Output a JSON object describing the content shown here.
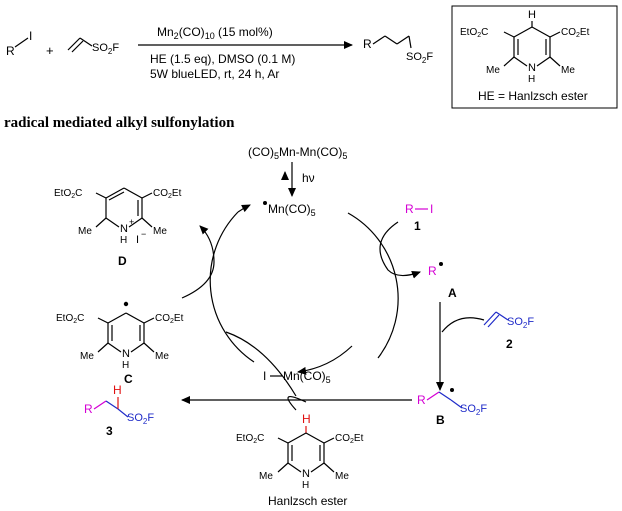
{
  "colors": {
    "magenta": "#d400d4",
    "blue": "#1f2bc8",
    "red": "#e01010",
    "black": "#000000"
  },
  "reaction": {
    "reagent_alkyl_r": "R",
    "reagent_alkyl_i": "I",
    "plus": "+",
    "reagent_so2f": "SO",
    "so2f_sub": "2",
    "so2f_f": "F",
    "catalyst_main": "Mn",
    "catalyst_sub1": "2",
    "catalyst_mid": "(CO)",
    "catalyst_sub2": "10",
    "catalyst_tail": " (15 mol%)",
    "condition_line2": "HE (1.5 eq), DMSO (0.1 M)",
    "condition_line3": "5W blueLED, rt, 24 h, Ar",
    "product_r": "R"
  },
  "box": {
    "h_top": "H",
    "ester_left_a": "EtO",
    "ester_left_sub": "2",
    "ester_left_c": "C",
    "ester_left_prefix": "EtO",
    "ester_right_a": "CO",
    "ester_right_sub": "2",
    "ester_right_b": "Et",
    "me_left": "Me",
    "me_right": "Me",
    "n": "N",
    "h_bottom": "H",
    "caption": "HE = Hanlzsch ester"
  },
  "section_title": "radical mediated alkyl sulfonylation",
  "cycle": {
    "dimer_a": "(CO)",
    "dimer_sub1": "5",
    "dimer_b": "Mn-Mn(CO)",
    "dimer_sub2": "5",
    "hv": "hν",
    "mn_radical_a": "Mn(CO)",
    "mn_radical_sub": "5",
    "imn_a": "I",
    "imn_b": "Mn(CO)",
    "imn_sub": "5",
    "ri_r": "R",
    "ri_i": "I",
    "num_1": "1",
    "radical_r": "R",
    "label_a": "A",
    "num_2": "2",
    "label_b": "B",
    "b_r": "R",
    "label_c": "C",
    "label_d": "D",
    "d_n": "N",
    "d_plus": "+",
    "d_h": "H",
    "d_iodide": "I",
    "d_minus": "−",
    "num_3": "3",
    "p3_r": "R",
    "p3_h": "H",
    "he_label": "Hanlzsch ester"
  }
}
